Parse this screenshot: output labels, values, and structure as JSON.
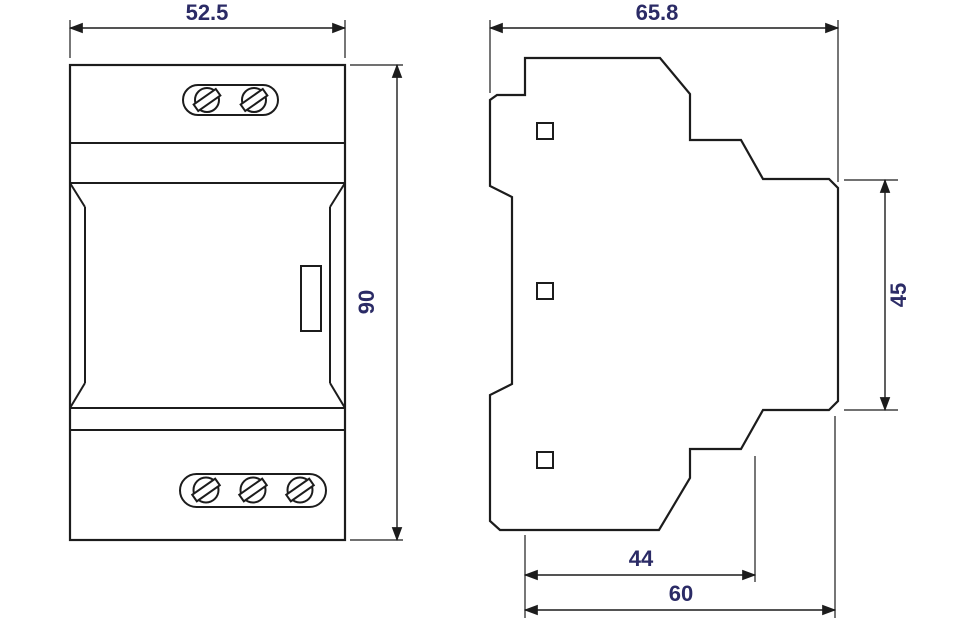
{
  "drawing": {
    "kind": "technical dimension drawing",
    "views": [
      {
        "id": "front",
        "description": "front view of DIN-rail module with screw terminals"
      },
      {
        "id": "side",
        "description": "side profile of DIN-rail module"
      }
    ]
  },
  "dimensions": {
    "front_width": "52.5",
    "front_height": "90",
    "side_depth_total": "65.8",
    "side_face_height": "45",
    "side_bottom_inner": "44",
    "side_bottom_outer": "60"
  },
  "colors": {
    "line": "#1c1c1c",
    "dimension_text": "#2b2b66",
    "background": "#ffffff"
  }
}
